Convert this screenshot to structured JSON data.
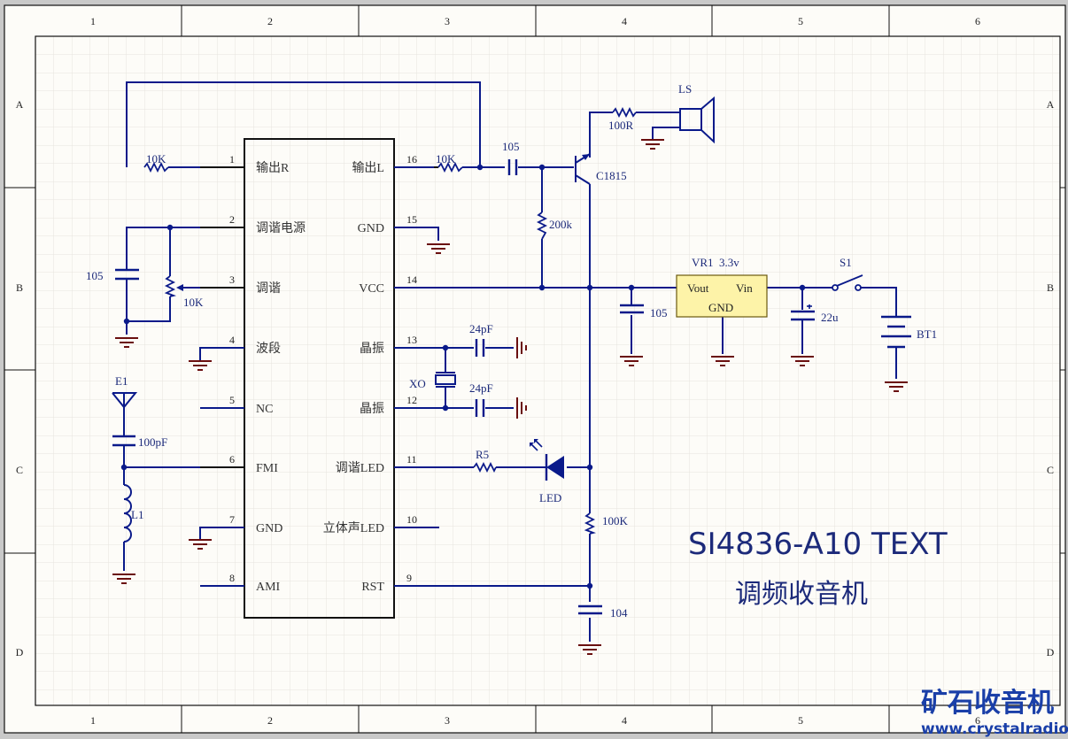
{
  "sheet": {
    "columns": [
      "1",
      "2",
      "3",
      "4",
      "5",
      "6"
    ],
    "rows": [
      "A",
      "B",
      "C",
      "D"
    ],
    "colors": {
      "wire": "#0a1a8a",
      "pin": "#111111",
      "ground": "#6a0f0f",
      "label": "#1c2a7a",
      "regulator_fill": "#fdf3a8",
      "sheet_bg": "#fdfcf8",
      "grid": "#e8e6e0"
    }
  },
  "ic": {
    "left_pins": [
      {
        "num": "1",
        "name": "输出R"
      },
      {
        "num": "2",
        "name": "调谐电源"
      },
      {
        "num": "3",
        "name": "调谐"
      },
      {
        "num": "4",
        "name": "波段"
      },
      {
        "num": "5",
        "name": "NC"
      },
      {
        "num": "6",
        "name": "FMI"
      },
      {
        "num": "7",
        "name": "GND"
      },
      {
        "num": "8",
        "name": "AMI"
      }
    ],
    "right_pins": [
      {
        "num": "16",
        "name": "输出L"
      },
      {
        "num": "15",
        "name": "GND"
      },
      {
        "num": "14",
        "name": "VCC"
      },
      {
        "num": "13",
        "name": "晶振"
      },
      {
        "num": "12",
        "name": "晶振"
      },
      {
        "num": "11",
        "name": "调谐LED"
      },
      {
        "num": "10",
        "name": "立体声LED"
      },
      {
        "num": "9",
        "name": "RST"
      }
    ]
  },
  "components": {
    "r_out_r": "10K",
    "r_out_l": "10K",
    "c_couple": "105",
    "r_bias": "200k",
    "transistor": "C1815",
    "r_speaker": "100R",
    "speaker": "LS",
    "c_tune": "105",
    "pot": "10K",
    "antenna": "E1",
    "c_ant": "100pF",
    "inductor": "L1",
    "c_xtal1": "24pF",
    "c_xtal2": "24pF",
    "crystal": "XO",
    "r_led": "R5",
    "led": "LED",
    "r_reset": "100K",
    "c_reset": "104",
    "c_vcc": "105",
    "regulator": "VR1  3.3v",
    "reg_vout": "Vout",
    "reg_vin": "Vin",
    "reg_gnd": "GND",
    "c_in": "22u",
    "switch": "S1",
    "battery": "BT1"
  },
  "title": {
    "line1": "SI4836-A10 TEXT",
    "line2": "调频收音机"
  },
  "watermark": {
    "name": "矿石收音机",
    "url": "www.crystalradio.cn"
  }
}
